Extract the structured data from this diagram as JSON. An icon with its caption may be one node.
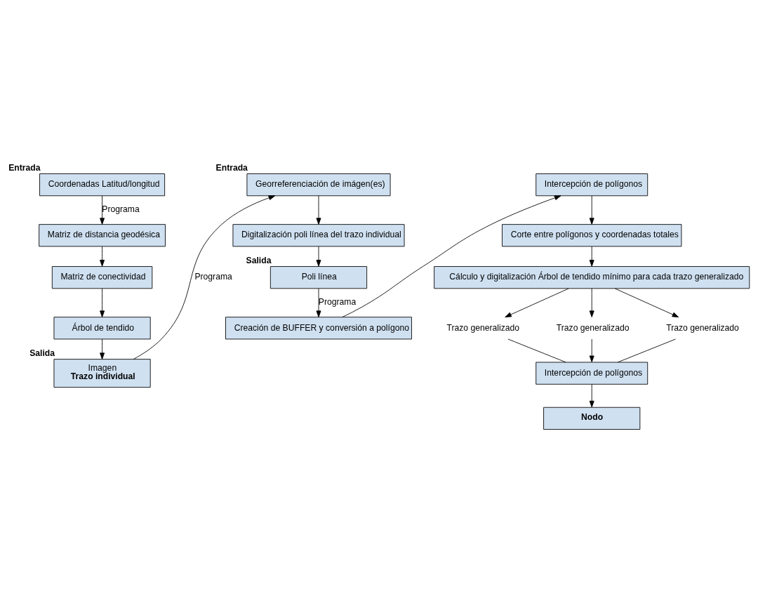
{
  "diagram": {
    "nodes": [
      {
        "text": [
          "Coordenadas Latitud/longitud"
        ],
        "beside": [
          "Entrada"
        ]
      },
      {
        "text": [
          "Matriz de distancia geodésica"
        ]
      },
      {
        "text": [
          "Matriz de conectividad"
        ]
      },
      {
        "text": [
          "Árbol de tendido"
        ]
      },
      {
        "text": [
          "Imagen",
          "Trazo individual"
        ],
        "beside": [
          "Salida"
        ]
      },
      {
        "text": [
          "Georreferenciación de imágen(es)"
        ],
        "beside": [
          "Entrada"
        ]
      },
      {
        "text": [
          "Digitalización poli línea del trazo individual"
        ]
      },
      {
        "text": [
          "Poli línea"
        ],
        "beside": [
          "Salida"
        ]
      },
      {
        "text": [
          "Creación de BUFFER y conversión a polígono"
        ]
      },
      {
        "text": [
          "Intercepción de polígonos"
        ]
      },
      {
        "text": [
          "Corte entre polígonos y coordenadas totales"
        ]
      },
      {
        "text": [
          "Cálculo y digitalización Árbol de tendido mínimo para cada trazo generalizado"
        ]
      },
      {
        "text": [
          "Trazo generalizado"
        ]
      },
      {
        "text": [
          "Trazo generalizado"
        ]
      },
      {
        "text": [
          "Trazo generalizado"
        ]
      },
      {
        "text": [
          "Intercepción de polígonos"
        ]
      },
      {
        "text": [
          "Nodo"
        ]
      }
    ],
    "edges": [
      {
        "from": 0,
        "to": 1,
        "arrow": "to",
        "label": "Programa"
      },
      {
        "from": 1,
        "to": 2,
        "arrow": "to"
      },
      {
        "from": 2,
        "to": 3,
        "arrow": "to"
      },
      {
        "from": 3,
        "to": 4,
        "arrow": "to"
      },
      {
        "from": 4,
        "to": 5,
        "arrow": "to",
        "label": "Programa"
      },
      {
        "from": 5,
        "to": 6,
        "arrow": "to"
      },
      {
        "from": 6,
        "to": 7,
        "arrow": "to"
      },
      {
        "from": 7,
        "to": 8,
        "arrow": "to",
        "label": "Programa"
      },
      {
        "from": 8,
        "to": 9,
        "arrow": "to"
      },
      {
        "from": 9,
        "to": 10,
        "arrow": "to"
      },
      {
        "from": 10,
        "to": 11,
        "arrow": "to"
      },
      {
        "from": 11,
        "to": 12,
        "arrow": "to"
      },
      {
        "from": 11,
        "to": 13,
        "arrow": "to"
      },
      {
        "from": 11,
        "to": 14,
        "arrow": "to"
      },
      {
        "from": 12,
        "to": 15,
        "arrow": "none"
      },
      {
        "from": 13,
        "to": 15,
        "arrow": "to"
      },
      {
        "from": 14,
        "to": 15,
        "arrow": "none"
      },
      {
        "from": 15,
        "to": 16,
        "arrow": "to"
      }
    ]
  }
}
